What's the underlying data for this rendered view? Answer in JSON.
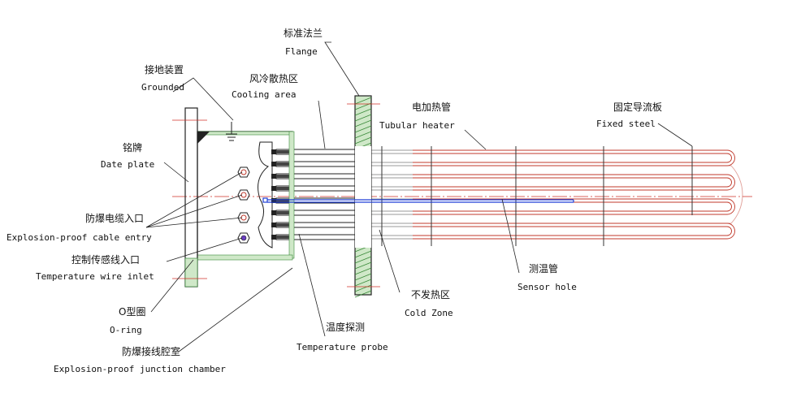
{
  "labels": {
    "flange": {
      "zh": "标准法兰",
      "en": "Flange"
    },
    "grounded": {
      "zh": "接地装置",
      "en": "Grounded"
    },
    "cooling_area": {
      "zh": "风冷散热区",
      "en": "Cooling area"
    },
    "tubular_heater": {
      "zh": "电加热管",
      "en": "Tubular heater"
    },
    "fixed_steel": {
      "zh": "固定导流板",
      "en": "Fixed steel"
    },
    "date_plate": {
      "zh": "铭牌",
      "en": "Date plate"
    },
    "cable_entry": {
      "zh": "防爆电缆入口",
      "en": "Explosion-proof cable entry"
    },
    "wire_inlet": {
      "zh": "控制传感线入口",
      "en": "Temperature wire inlet"
    },
    "o_ring": {
      "zh": "O型圈",
      "en": "O-ring"
    },
    "junction_chamber": {
      "zh": "防爆接线腔室",
      "en": "Explosion-proof junction chamber"
    },
    "temperature_probe": {
      "zh": "温度探测",
      "en": "Temperature probe"
    },
    "cold_zone": {
      "zh": "不发热区",
      "en": "Cold Zone"
    },
    "sensor_hole": {
      "zh": "测温管",
      "en": "Sensor hole"
    }
  },
  "colors": {
    "line": "#222222",
    "heater": "#c0392b",
    "probe": "#1f3fd6",
    "chamber_fill": "#cfe8c8",
    "chamber_hatch": "#3a8a3a",
    "centerline": "#d0302a"
  }
}
